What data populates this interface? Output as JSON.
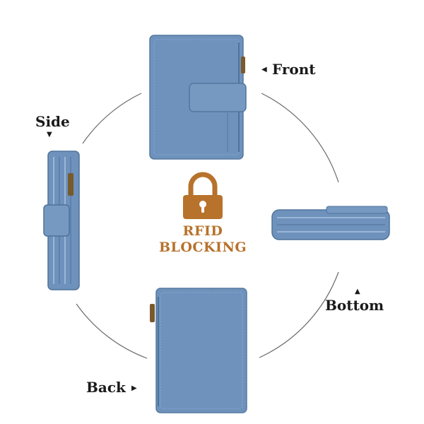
{
  "labels": {
    "front": "Front",
    "side": "Side",
    "bottom": "Bottom",
    "back": "Back"
  },
  "badge": {
    "line1": "RFID",
    "line2": "BLOCKING",
    "icon": "padlock-icon"
  },
  "colors": {
    "wallet_blue": "#6e92bc",
    "wallet_dark": "#4f7399",
    "accent_orange": "#b7722c",
    "text": "#1a1a1a"
  }
}
